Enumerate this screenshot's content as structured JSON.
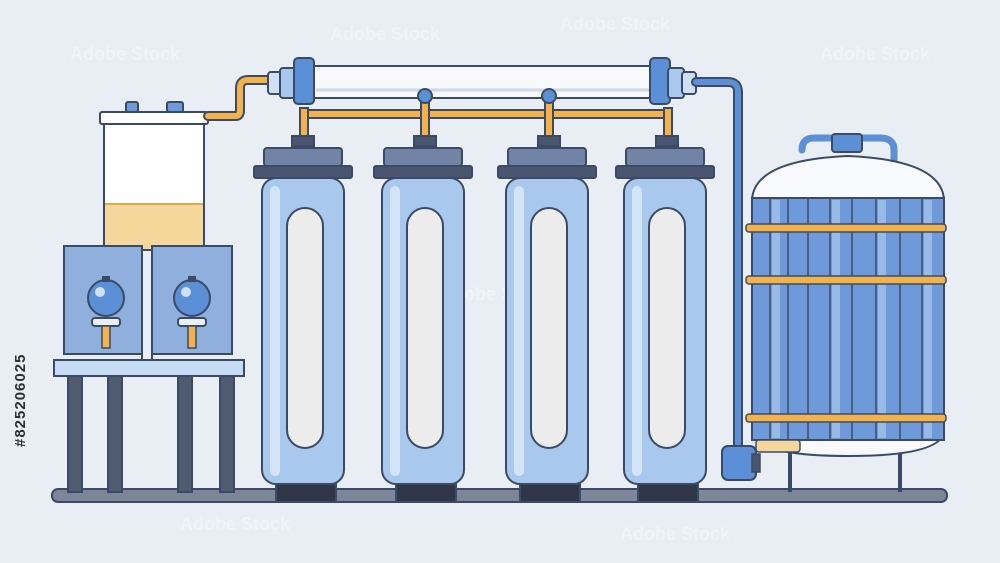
{
  "image": {
    "stock_id": "#825206025",
    "watermark": "Adobe Stock"
  },
  "colors": {
    "background": "#e9eef4",
    "outline": "#3b4a66",
    "filter_blue": "#a9c8ee",
    "filter_blue_light": "#d3e4f7",
    "window": "#ececec",
    "pipe_orange": "#f3b24a",
    "pipe_blue": "#5b8fd6",
    "cap_dark": "#4a5670",
    "tank_blue": "#6f9ad9",
    "liquid_yellow": "#f6d79b"
  },
  "scene": {
    "filter_count": 4,
    "objects": [
      "reservoir-tank",
      "pump-unit-left",
      "pump-unit-right",
      "filter-housing-1",
      "filter-housing-2",
      "filter-housing-3",
      "filter-housing-4",
      "membrane-pipe",
      "storage-tank"
    ]
  }
}
